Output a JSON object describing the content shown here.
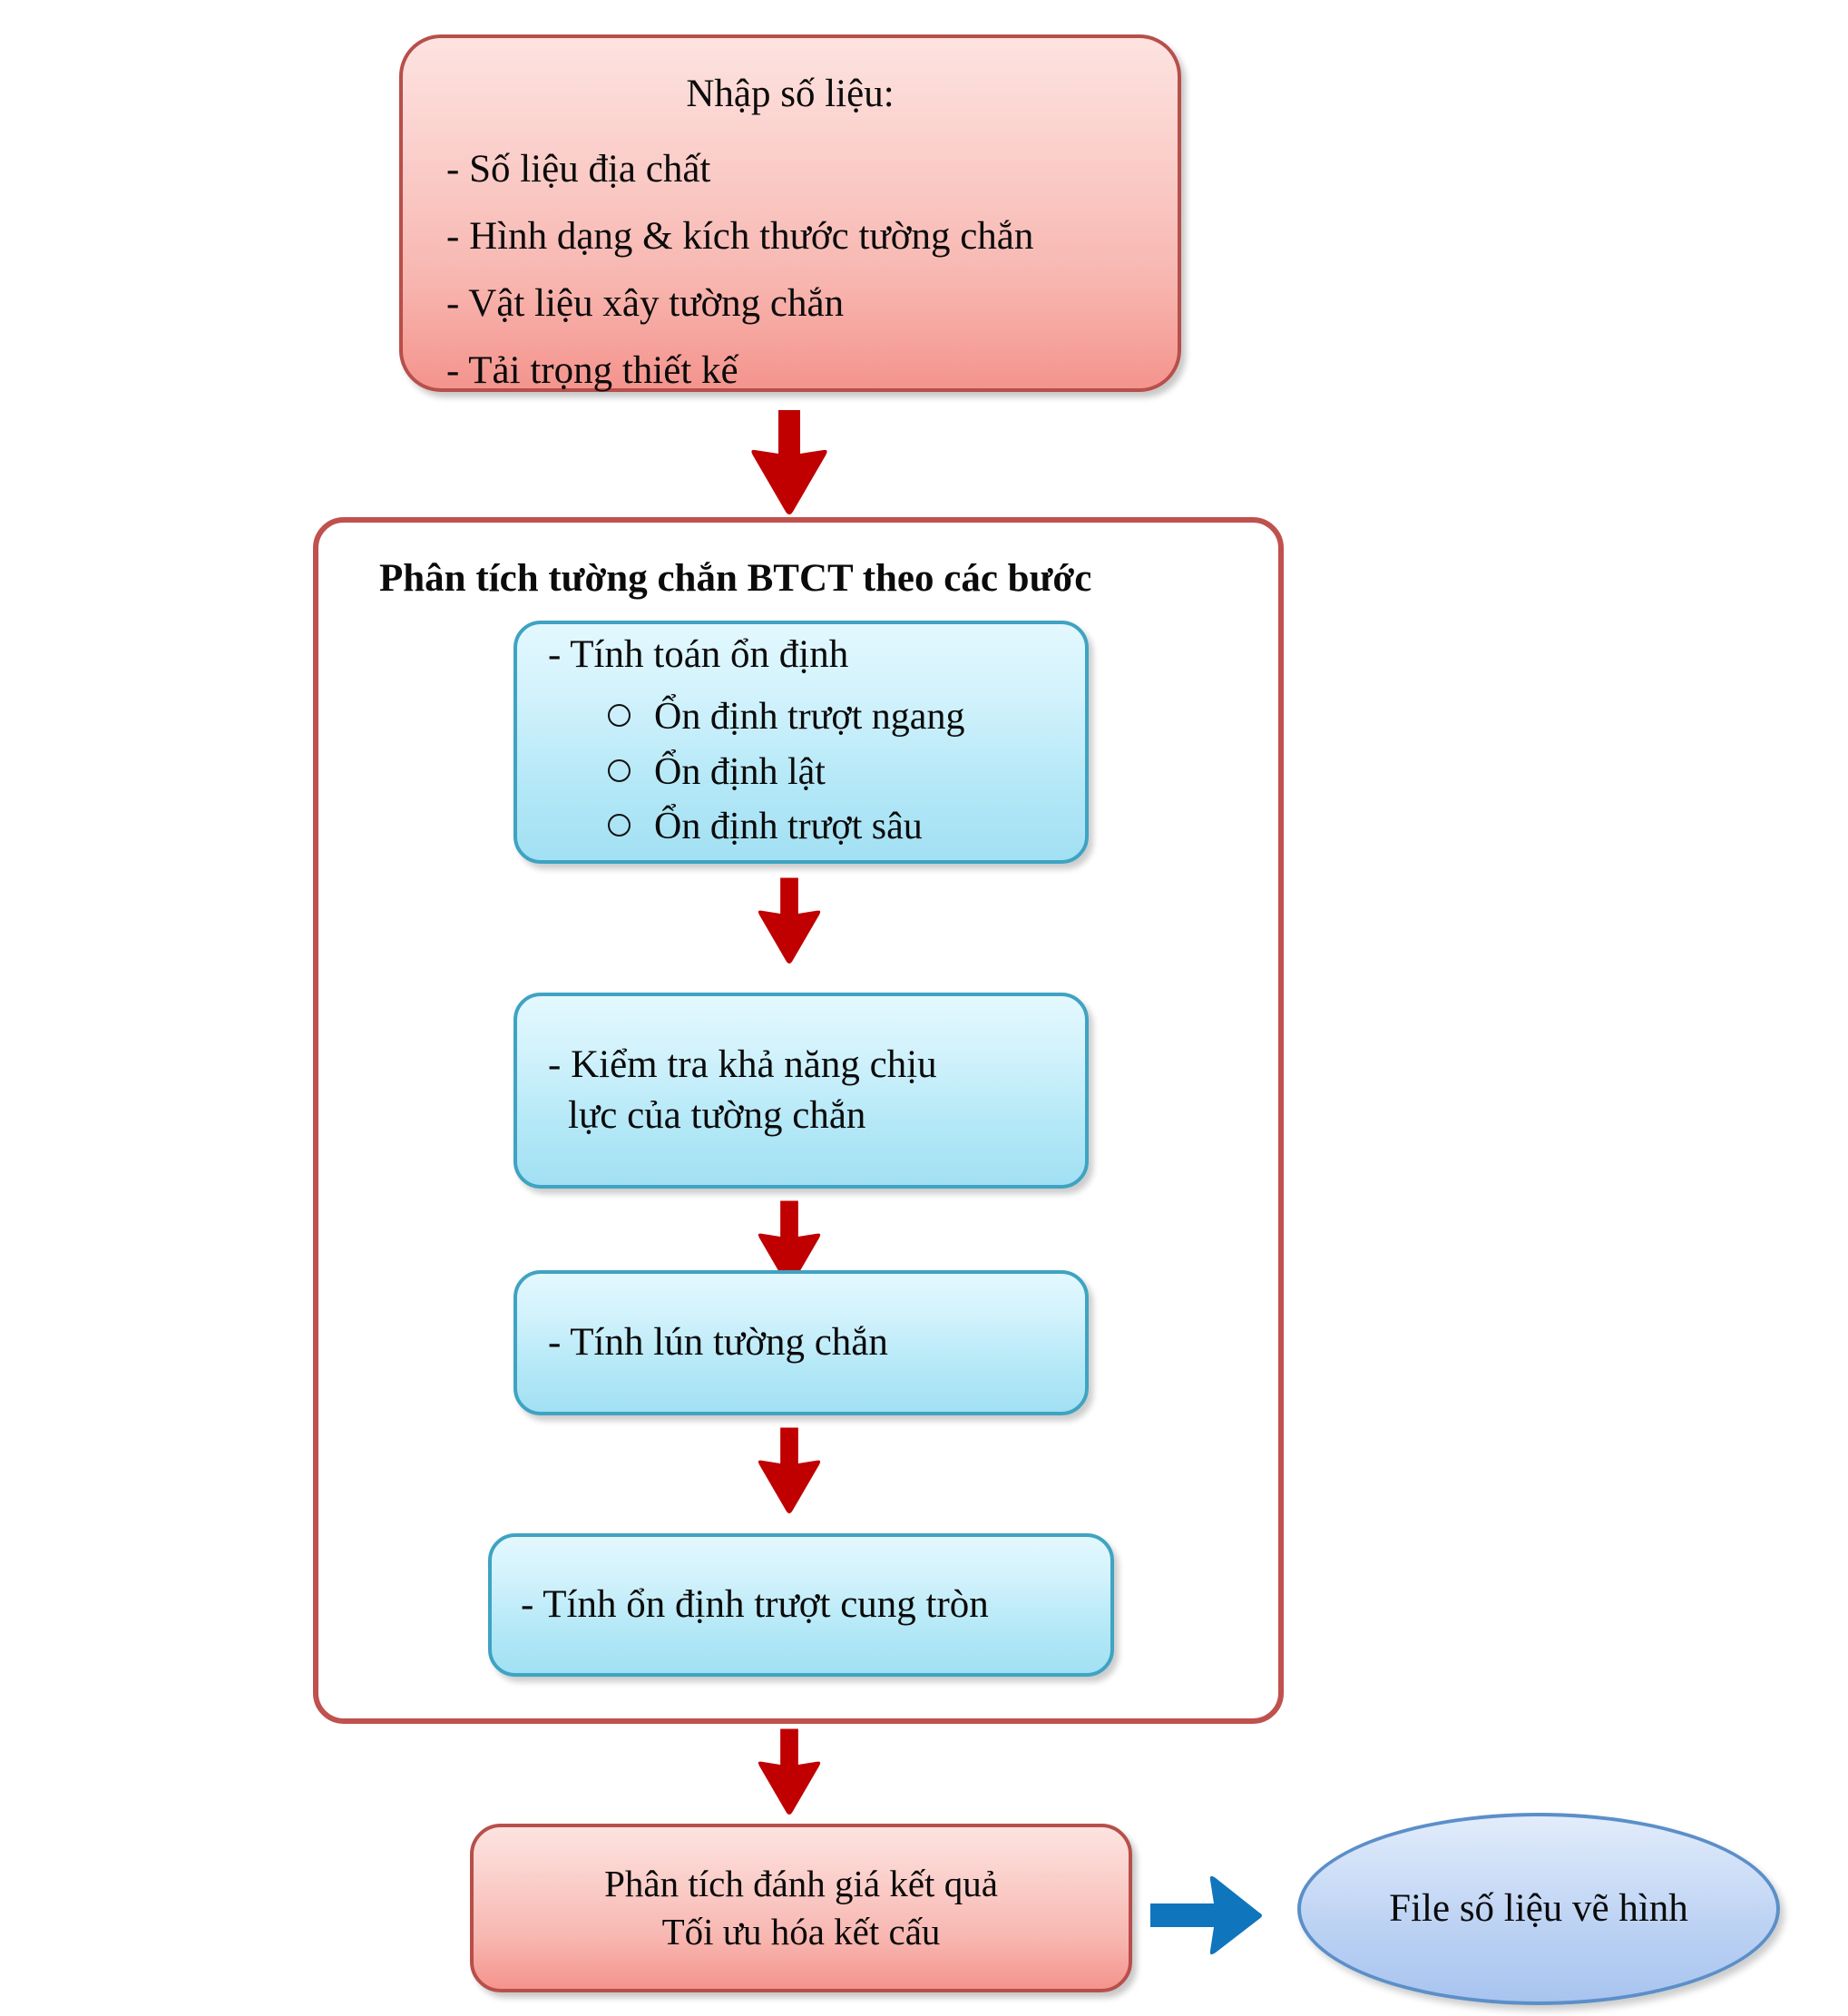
{
  "diagram": {
    "title": "Quy trinh phan tich tuong chan BTCT",
    "colors": {
      "pink_fill_top": "#fde3e0",
      "pink_fill_bottom": "#f4948d",
      "pink_border": "#b74f4a",
      "blue_fill_top": "#e3f8fe",
      "blue_fill_bottom": "#a2e0f3",
      "blue_border": "#3fa3c2",
      "container_border": "#bf514e",
      "arrow_red": "#c00000",
      "arrow_blue": "#0f75bc",
      "ellipse_fill_top": "#e2ecfb",
      "ellipse_fill_bottom": "#a8c4ef",
      "ellipse_border": "#5b8fc9",
      "text": "#0b0b0b"
    }
  },
  "input_box": {
    "title": "Nhập số liệu:",
    "items": [
      "- Số liệu địa chất",
      "- Hình dạng & kích thước tường chắn",
      "- Vật liệu xây tường chắn",
      "- Tải trọng thiết kế"
    ]
  },
  "analysis_container": {
    "heading": "Phân tích tường chắn BTCT theo các bước",
    "steps": [
      {
        "label": "- Tính toán ổn định",
        "sub_items": [
          "Ổn định trượt ngang",
          "Ổn định lật",
          "Ổn định trượt sâu"
        ]
      },
      {
        "lines": [
          "- Kiểm tra khả năng chịu",
          "lực của tường chắn"
        ]
      },
      {
        "label": "- Tính lún tường chắn"
      },
      {
        "label": "- Tính ổn định trượt cung tròn"
      }
    ]
  },
  "result_box": {
    "lines": [
      "Phân tích đánh giá kết quả",
      "Tối ưu hóa kết cấu"
    ]
  },
  "output_ellipse": {
    "label": "File số liệu vẽ hình"
  },
  "arrows": [
    {
      "name": "arrow-input-to-analysis",
      "direction": "down"
    },
    {
      "name": "arrow-step1-to-step2",
      "direction": "down"
    },
    {
      "name": "arrow-step2-to-step3",
      "direction": "down"
    },
    {
      "name": "arrow-step3-to-step4",
      "direction": "down"
    },
    {
      "name": "arrow-analysis-to-result",
      "direction": "down"
    },
    {
      "name": "arrow-result-to-output",
      "direction": "right"
    }
  ]
}
